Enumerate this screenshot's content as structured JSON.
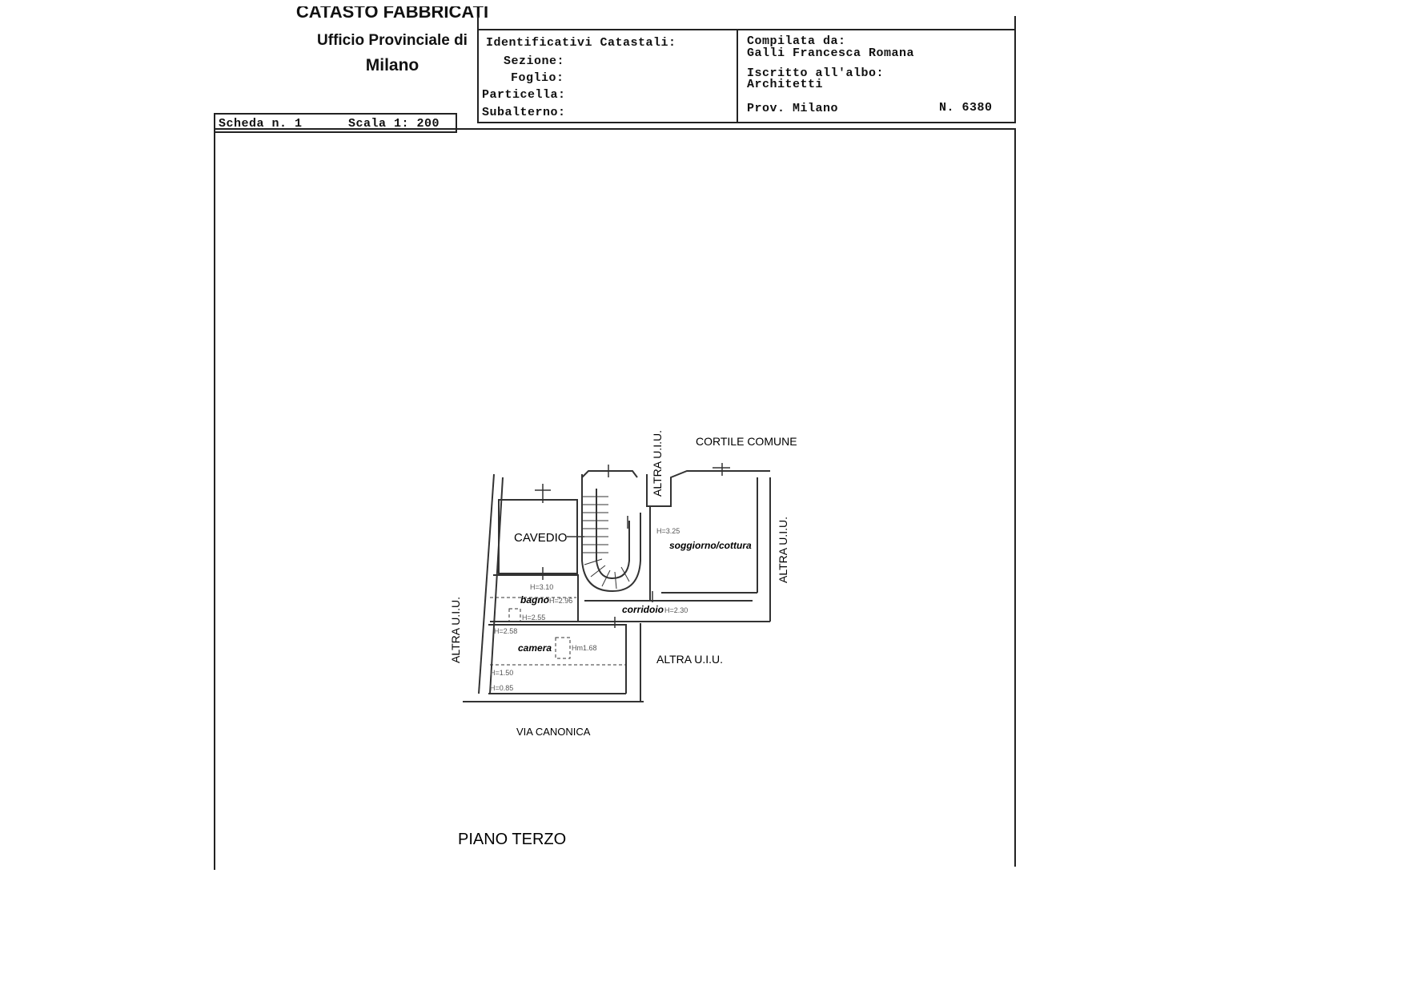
{
  "header": {
    "office_line1": "CATASTO FABBRICATI",
    "office_line2": "Ufficio Provinciale di",
    "office_line3": "Milano"
  },
  "identifiers": {
    "title": "Identificativi Catastali:",
    "sezione": "Sezione:",
    "foglio": "Foglio:",
    "particella": "Particella:",
    "subalterno": "Subalterno:"
  },
  "compiler": {
    "label": "Compilata da:",
    "name": "Galli Francesca Romana",
    "albo_label": "Iscritto all'albo:",
    "albo": "Architetti",
    "prov": "Prov. Milano",
    "number": "N. 6380"
  },
  "sheet": {
    "scheda": "Scheda n. 1",
    "scala": "Scala 1: 200"
  },
  "plan": {
    "cortile": "CORTILE COMUNE",
    "altra_top": "ALTRA U.I.U.",
    "altra_right": "ALTRA U.I.U.",
    "altra_left": "ALTRA U.I.U.",
    "altra_bottom": "ALTRA U.I.U.",
    "cavedio": "CAVEDIO",
    "soggiorno": "soggiorno/cottura",
    "soggiorno_h": "H=3.25",
    "bagno": "bagno",
    "bagno_h1": "H=3.10",
    "bagno_h2": "H=2.96",
    "bagno_h3": "H=2.55",
    "corridoio": "corridoio",
    "corridoio_h": "H=2.30",
    "camera": "camera",
    "camera_h": "Hm1.68",
    "camera_h_left": "H=2.58",
    "h_150": "H=1.50",
    "h_085": "H=0.85",
    "street": "VIA CANONICA",
    "floor": "PIANO TERZO"
  }
}
